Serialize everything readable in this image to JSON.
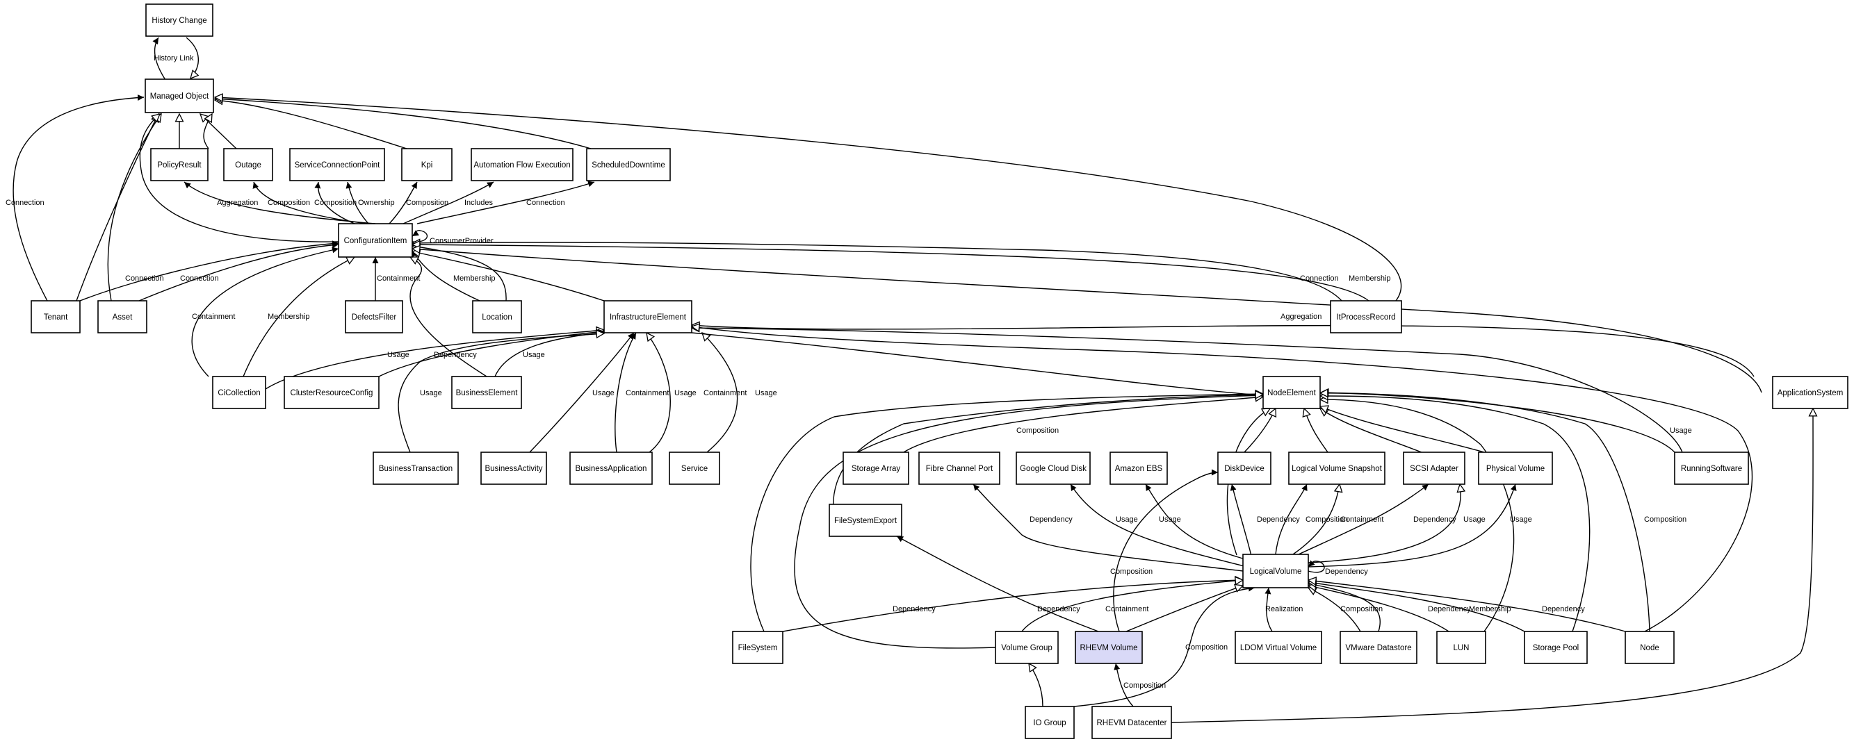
{
  "colors": {
    "line": "#000000",
    "node_fill": "#ffffff",
    "highlight_fill": "#d9d9f7"
  },
  "nodes": {
    "history_change": "History Change",
    "managed_object": "Managed Object",
    "policy_result": "PolicyResult",
    "outage": "Outage",
    "service_connection_point": "ServiceConnectionPoint",
    "kpi": "Kpi",
    "automation_flow_execution": "Automation Flow Execution",
    "scheduled_downtime": "ScheduledDowntime",
    "configuration_item": "ConfigurationItem",
    "tenant": "Tenant",
    "asset": "Asset",
    "defects_filter": "DefectsFilter",
    "location": "Location",
    "infrastructure_element": "InfrastructureElement",
    "it_process_record": "ItProcessRecord",
    "ci_collection": "CiCollection",
    "cluster_resource_config": "ClusterResourceConfig",
    "business_element": "BusinessElement",
    "node_element": "NodeElement",
    "application_system": "ApplicationSystem",
    "business_transaction": "BusinessTransaction",
    "business_activity": "BusinessActivity",
    "business_application": "BusinessApplication",
    "service": "Service",
    "storage_array": "Storage Array",
    "fibre_channel_port": "Fibre Channel Port",
    "google_cloud_disk": "Google Cloud Disk",
    "amazon_ebs": "Amazon EBS",
    "disk_device": "DiskDevice",
    "logical_volume_snapshot": "Logical Volume Snapshot",
    "scsi_adapter": "SCSI Adapter",
    "physical_volume": "Physical Volume",
    "running_software": "RunningSoftware",
    "file_system_export": "FileSystemExport",
    "logical_volume": "LogicalVolume",
    "file_system": "FileSystem",
    "volume_group": "Volume Group",
    "rhevm_volume": "RHEVM Volume",
    "ldom_virtual_volume": "LDOM Virtual Volume",
    "vmware_datastore": "VMware Datastore",
    "lun": "LUN",
    "storage_pool": "Storage Pool",
    "node": "Node",
    "io_group": "IO Group",
    "rhevm_datacenter": "RHEVM Datacenter"
  },
  "edge_labels": {
    "history_link": "History Link",
    "connection": "Connection",
    "aggregation": "Aggregation",
    "composition": "Composition",
    "ownership": "Ownership",
    "includes": "Includes",
    "consumer_provider": "ConsumerProvider",
    "containment": "Containment",
    "membership": "Membership",
    "usage": "Usage",
    "dependency": "Dependency",
    "realization": "Realization"
  }
}
